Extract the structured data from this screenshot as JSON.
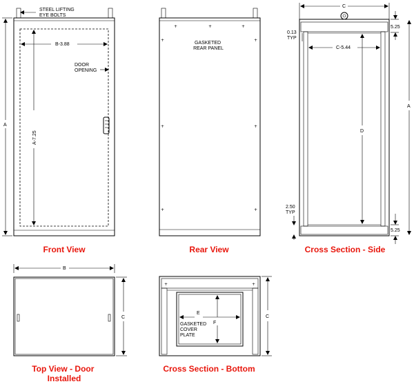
{
  "colors": {
    "caption": "#e8160c",
    "line": "#000000"
  },
  "front_view": {
    "caption": "Front View",
    "lifting_note": "STEEL LIFTING\nEYE BOLTS",
    "width_dim": "B-3.88",
    "door_opening": "DOOR\nOPENING",
    "height_dim_inner": "A-7.25",
    "height_dim": "A"
  },
  "rear_view": {
    "caption": "Rear View",
    "panel_note": "GASKETED\nREAR PANEL"
  },
  "cross_section_side": {
    "caption": "Cross Section - Side",
    "width_dim": "C",
    "top_dim": "5.25",
    "bottom_dim": "5.25",
    "typ_top": "0.13\nTYP",
    "inner_width_dim": "C-5.44",
    "inner_height_dim": "D",
    "typ_bottom": "2.50\nTYP",
    "height_dim": "A"
  },
  "top_view": {
    "caption": "Top View - Door\nInstalled",
    "width_dim": "B",
    "depth_dim": "C"
  },
  "cross_section_bottom": {
    "caption": "Cross Section - Bottom",
    "plate_width_dim": "E",
    "plate_height_dim": "F",
    "plate_note": "GASKETED\nCOVER\nPLATE",
    "depth_dim": "C"
  }
}
